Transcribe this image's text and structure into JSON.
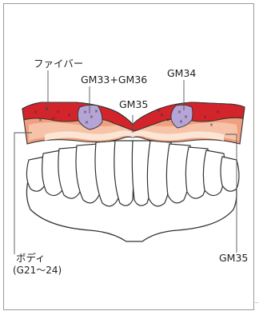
{
  "labels": {
    "fiber": "ファイバー",
    "gm33_gm36": "GM33+GM36",
    "gm34": "GM34",
    "gm35_top": "GM35",
    "body_line1": "ボディ",
    "body_line2": "(G21〜24)",
    "gm35_bottom": "GM35"
  },
  "colors": {
    "frame": "#9a9a9a",
    "leader": "#555555",
    "gum_red": "#d4242b",
    "gum_pink_outer": "#f0a07f",
    "gum_pink_inner": "#f6c3a8",
    "gum_light": "#fbe5d4",
    "purple_patch": "#b5a4d6",
    "tooth_outline": "#333333",
    "tooth_fill": "#ffffff"
  }
}
